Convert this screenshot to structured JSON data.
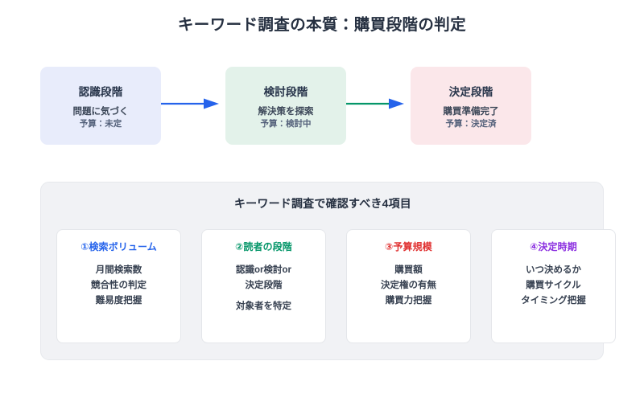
{
  "page": {
    "title": "キーワード調査の本質：購買段階の判定"
  },
  "stages": [
    {
      "name": "認識段階",
      "desc": "問題に気づく",
      "budget": "予算：未定",
      "bg": "#e8ecfb"
    },
    {
      "name": "検討段階",
      "desc": "解決策を探索",
      "budget": "予算：検討中",
      "bg": "#e3f2ea"
    },
    {
      "name": "決定段階",
      "desc": "購買準備完了",
      "budget": "予算：決定済",
      "bg": "#fbe7ea"
    }
  ],
  "arrows": [
    {
      "name": "arrow-awareness-to-consideration",
      "line_color": "#2563eb",
      "head_color": "#2563eb"
    },
    {
      "name": "arrow-consideration-to-decision",
      "line_color": "#059669",
      "head_color": "#2563eb"
    }
  ],
  "panel": {
    "title": "キーワード調査で確認すべき4項目",
    "bg": "#f1f2f5",
    "cards": [
      {
        "title": "①検索ボリューム",
        "accent": "#2563eb",
        "items": [
          "月間検索数",
          "競合性の判定",
          "難易度把握"
        ]
      },
      {
        "title": "②読者の段階",
        "accent": "#059669",
        "items": [
          "認識or検討or",
          "決定段階",
          "対象者を特定"
        ]
      },
      {
        "title": "③予算規模",
        "accent": "#e03131",
        "items": [
          "購買額",
          "決定権の有無",
          "購買力把握"
        ]
      },
      {
        "title": "④決定時期",
        "accent": "#8b2fe0",
        "items": [
          "いつ決めるか",
          "購買サイクル",
          "タイミング把握"
        ]
      }
    ]
  }
}
